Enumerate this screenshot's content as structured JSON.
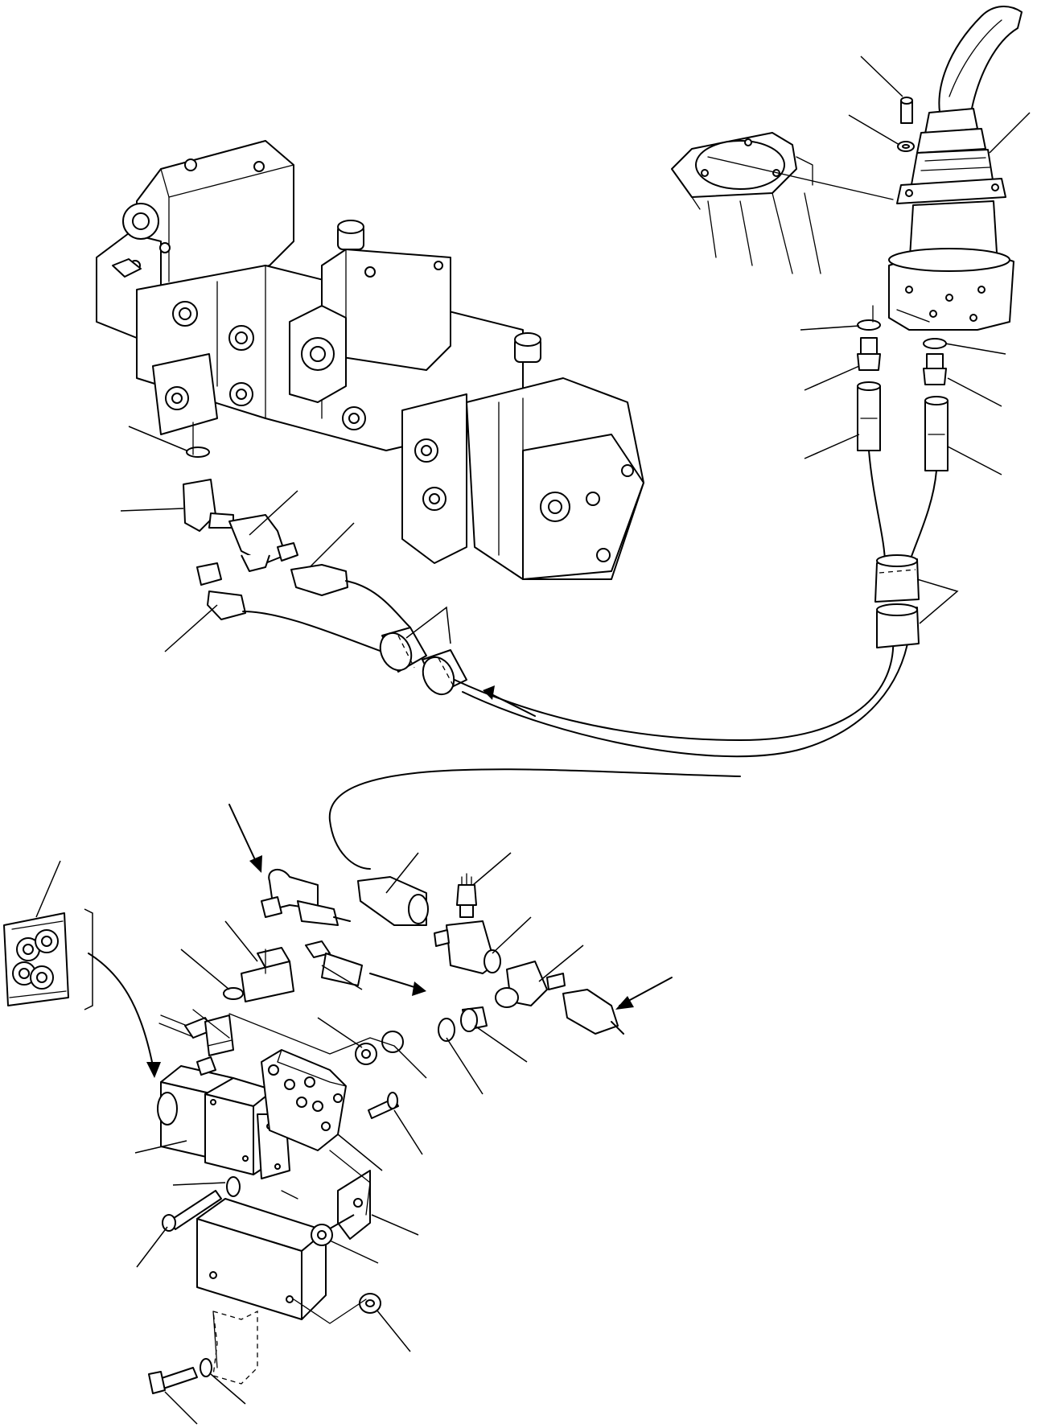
{
  "diagram": {
    "background": "#ffffff",
    "stroke": "#000000",
    "assemblies": [
      {
        "id": "control-valve-block",
        "icon": "valve-block-icon"
      },
      {
        "id": "joystick-control-lever",
        "icon": "joystick-icon"
      },
      {
        "id": "solenoid-valve-assembly",
        "icon": "solenoid-valve-icon"
      },
      {
        "id": "mounting-bracket",
        "icon": "bracket-icon"
      },
      {
        "id": "pilot-hose-routing",
        "icon": "hose-icon"
      },
      {
        "id": "hose-protection-sleeves",
        "icon": "sleeve-icon"
      },
      {
        "id": "pressure-switch",
        "icon": "pressure-switch-icon"
      },
      {
        "id": "connector-detail-inset",
        "icon": "connector-detail-icon"
      }
    ],
    "callout_count": 38,
    "flow_arrows": 5
  }
}
